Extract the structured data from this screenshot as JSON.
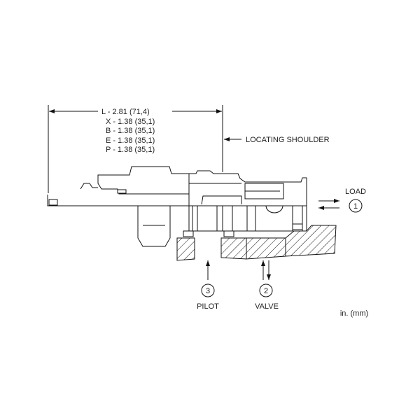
{
  "dimensions": {
    "lines": [
      "L - 2.81 (71,4)",
      "X - 1.38 (35,1)",
      "B - 1.38 (35,1)",
      "E - 1.38 (35,1)",
      "P - 1.38 (35,1)"
    ]
  },
  "callouts": {
    "locating_shoulder": "LOCATING SHOULDER",
    "units": "in. (mm)"
  },
  "ports": [
    {
      "number": "1",
      "label": "LOAD"
    },
    {
      "number": "2",
      "label": "VALVE"
    },
    {
      "number": "3",
      "label": "PILOT"
    }
  ],
  "colors": {
    "line": "#111111",
    "background": "#ffffff"
  }
}
